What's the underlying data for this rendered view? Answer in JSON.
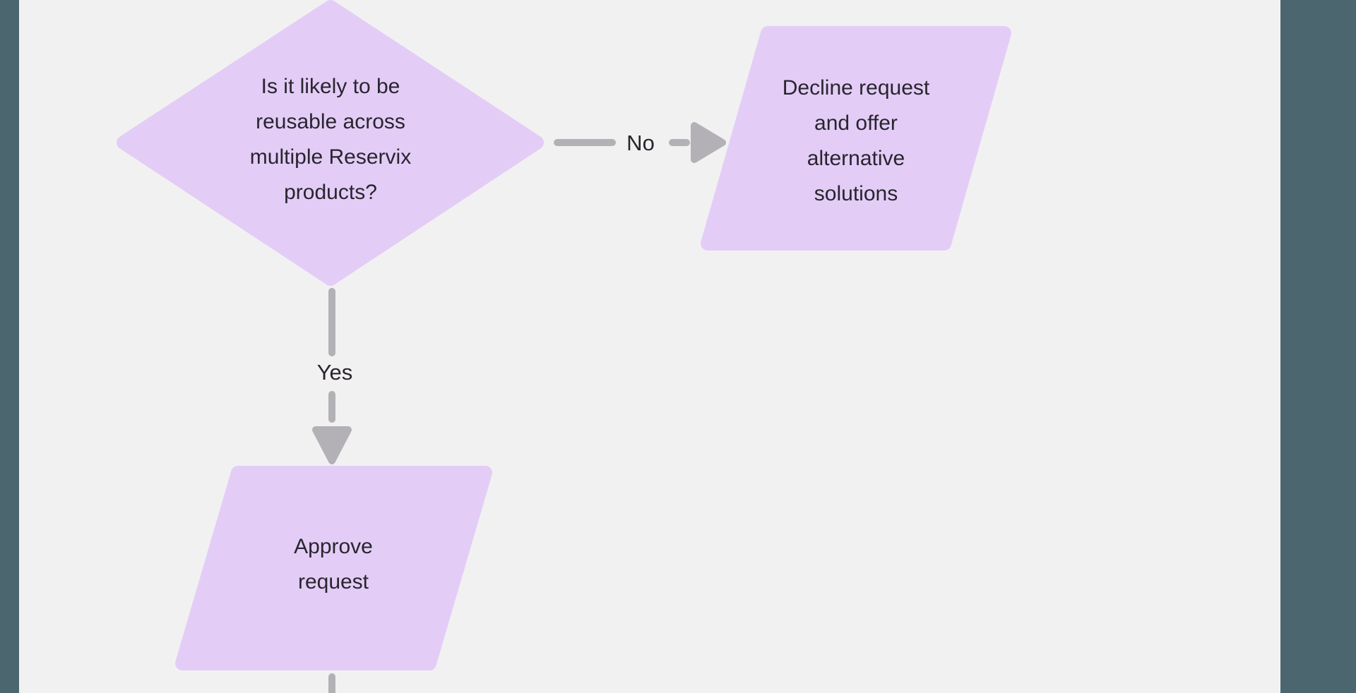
{
  "canvas": {
    "background": "#f2f1f1",
    "edge_color": "#4c6670",
    "node_fill": "#e3cdf7",
    "connector_color": "#b3b1b6",
    "text_color": "#29252e"
  },
  "nodes": {
    "decision": {
      "type": "diamond",
      "lines": [
        "Is it likely to be",
        "reusable across",
        "multiple Reservix",
        "products?"
      ]
    },
    "decline": {
      "type": "parallelogram",
      "lines": [
        "Decline request",
        "and offer",
        "alternative",
        "solutions"
      ]
    },
    "approve": {
      "type": "parallelogram",
      "lines": [
        "Approve",
        "request"
      ]
    }
  },
  "edges": {
    "no": {
      "label": "No"
    },
    "yes": {
      "label": "Yes"
    }
  }
}
